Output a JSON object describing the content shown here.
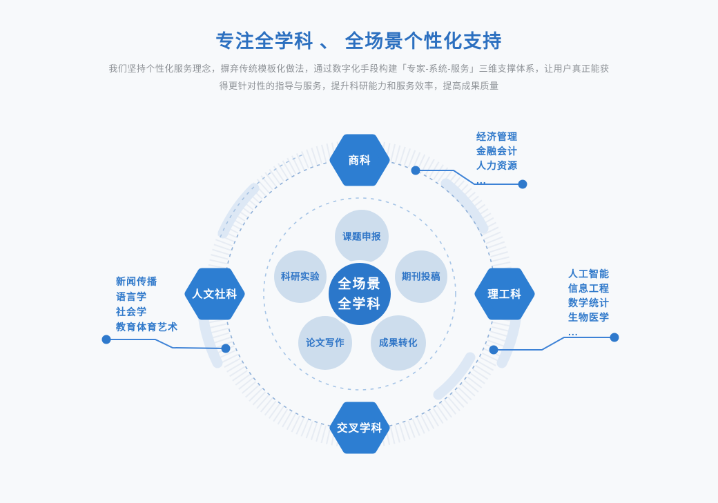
{
  "header": {
    "title": "专注全学科 、 全场景个性化支持",
    "description_lines": [
      "我们坚持个性化服务理念，摒弃传统模板化做法，通过数字化手段构建「专家-系统-服务」三维支撑体系，让用户真正能获",
      "得更针对性的指导与服务，提升科研能力和服务效率，提高成果质量"
    ]
  },
  "diagram": {
    "center": {
      "line1": "全场景",
      "line2": "全学科"
    },
    "petals": [
      {
        "label": "课题申报"
      },
      {
        "label": "科研实验"
      },
      {
        "label": "期刊投稿"
      },
      {
        "label": "论文写作"
      },
      {
        "label": "成果转化"
      }
    ],
    "hexagons": [
      {
        "label": "商科"
      },
      {
        "label": "人文社科"
      },
      {
        "label": "理工科"
      },
      {
        "label": "交叉学科"
      }
    ],
    "lists": {
      "business": {
        "items": [
          "经济管理",
          "金融会计",
          "人力资源",
          "..."
        ]
      },
      "humanities": {
        "items": [
          "新闻传播",
          "语言学",
          "社会学",
          "教育体育艺术"
        ]
      },
      "stem": {
        "items": [
          "人工智能",
          "信息工程",
          "数学统计",
          "生物医学",
          "..."
        ]
      }
    },
    "colors": {
      "title_text": "#2c70c0",
      "description_text": "#8e9297",
      "hub_fill": "#2b77ca",
      "hexagon_fill": "#2d7ed2",
      "petal_fill": "#cddded",
      "petal_text": "#2f75c7",
      "list_text": "#2e78ca",
      "connector_line": "#3d82d6",
      "dashed_ring": "#8fb0d8",
      "tick_ring": "#e7ecf3",
      "background": "#f7f9fb"
    }
  }
}
